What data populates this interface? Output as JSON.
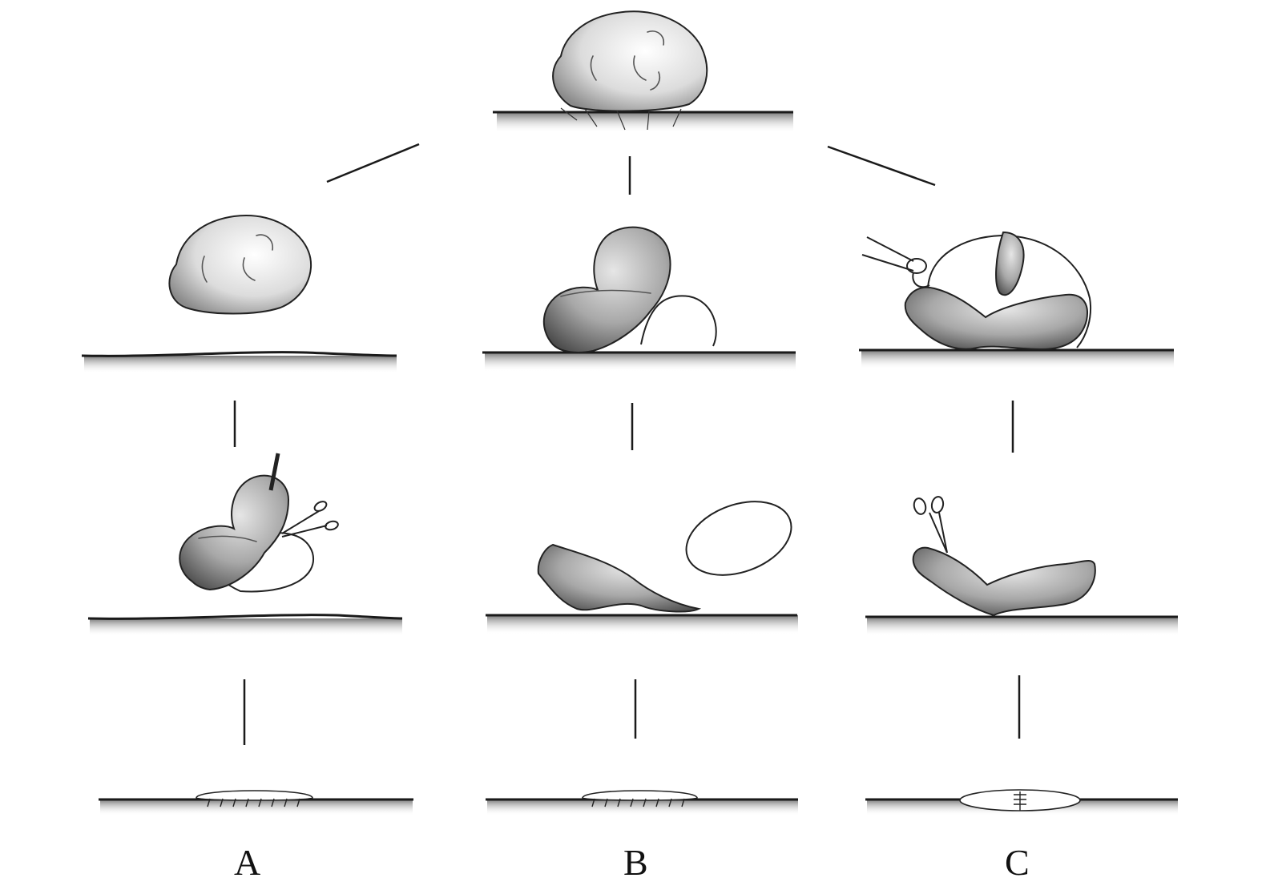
{
  "figure": {
    "labels": {
      "a": "A",
      "b": "B",
      "c": "C"
    },
    "colors": {
      "ink": "#1a1a1a",
      "paper": "#ffffff",
      "shade": "#9a9a9a"
    }
  }
}
